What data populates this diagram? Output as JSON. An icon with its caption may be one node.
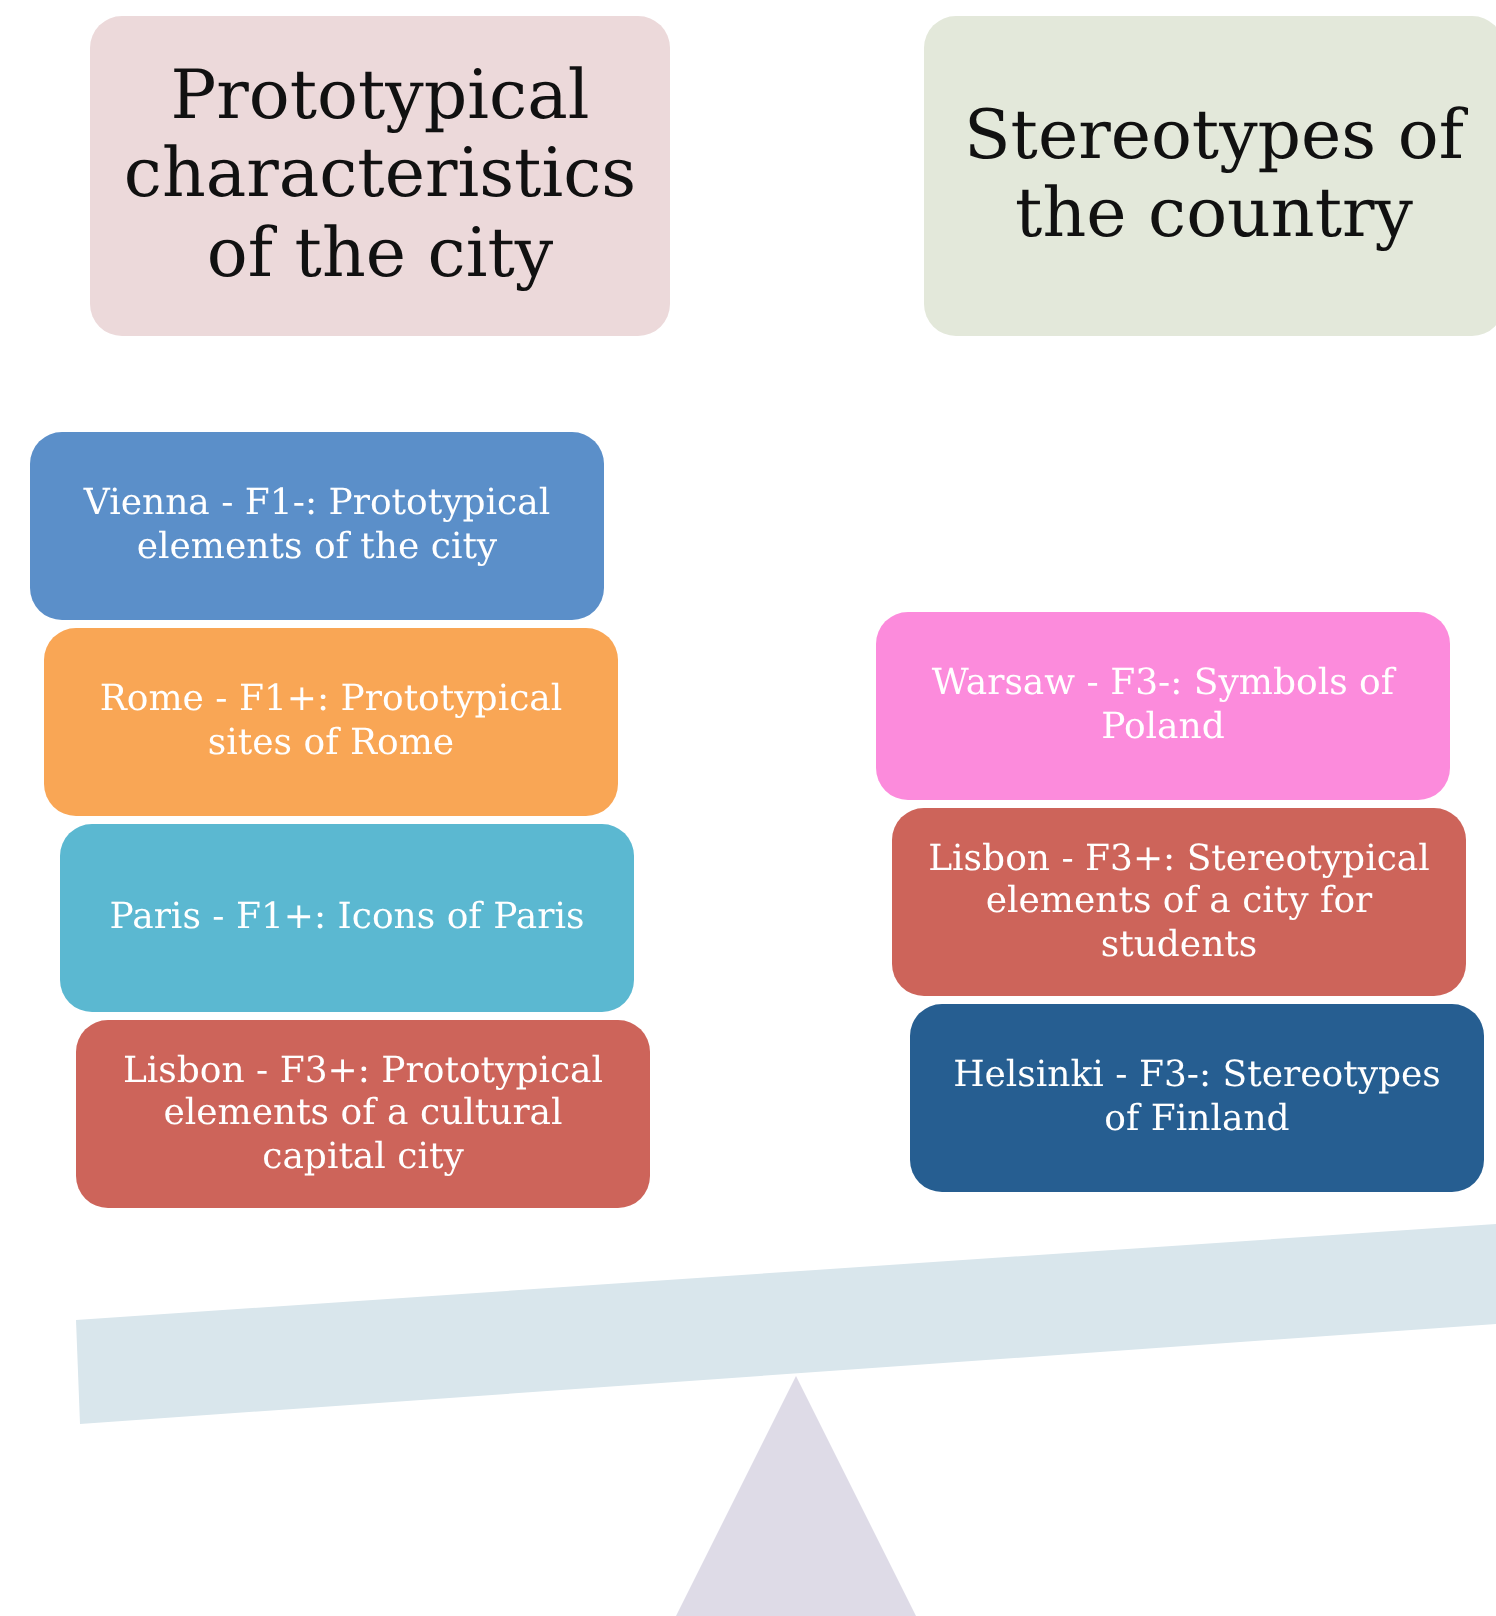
{
  "diagram": {
    "nodes": [
      {
        "text": [
          "Prototypical characteristics of the city"
        ]
      },
      {
        "text": [
          "Stereotypes of the country"
        ]
      },
      {
        "text": [
          "Vienna - F1-: Prototypical elements of the city"
        ]
      },
      {
        "text": [
          "Rome - F1+: Prototypical sites of Rome"
        ]
      },
      {
        "text": [
          "Paris - F1+: Icons of Paris"
        ]
      },
      {
        "text": [
          "Lisbon - F3+: Prototypical elements of a cultural capital city"
        ]
      },
      {
        "text": [
          "Warsaw - F3-: Symbols of Poland"
        ]
      },
      {
        "text": [
          "Lisbon - F3+: Stereotypical elements of a city for students"
        ]
      },
      {
        "text": [
          "Helsinki - F3-: Stereotypes of Finland"
        ]
      }
    ],
    "edges": []
  }
}
